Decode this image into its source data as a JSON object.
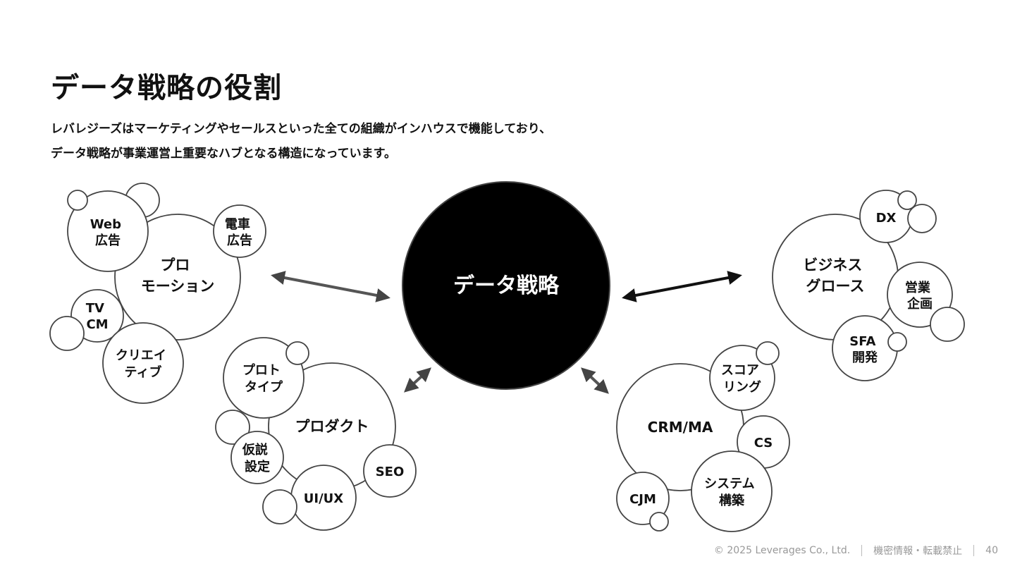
{
  "title": "データ戦略の役割",
  "subtitle": {
    "line1": "レバレジーズはマーケティングやセールスといった全ての組織がインハウスで機能しており、",
    "line2": "データ戦略が事業運営上重要なハブとなる構造になっています。"
  },
  "hub": {
    "label": "データ戦略"
  },
  "clusters": {
    "promotion": {
      "main": [
        "プロ",
        "モーション"
      ],
      "web_ad": [
        "Web",
        "広告"
      ],
      "train_ad": [
        "電車",
        "広告"
      ],
      "tvcm": [
        "TV",
        "CM"
      ],
      "creative": [
        "クリエイ",
        "ティブ"
      ]
    },
    "product": {
      "main": "プロダクト",
      "prototype": [
        "プロト",
        "タイプ"
      ],
      "hypothesis": [
        "仮説",
        "設定"
      ],
      "uiux": "UI/UX",
      "seo": "SEO"
    },
    "business_growth": {
      "main": [
        "ビジネス",
        "グロース"
      ],
      "dx": "DX",
      "sales_planning": [
        "営業",
        "企画"
      ],
      "sfa": [
        "SFA",
        "開発"
      ]
    },
    "crm": {
      "main": "CRM/MA",
      "scoring": [
        "スコア",
        "リング"
      ],
      "cs": "CS",
      "system": [
        "システム",
        "構築"
      ],
      "cjm": "CJM"
    }
  },
  "footer": {
    "copyright": "©  2025 Leverages Co., Ltd.",
    "confidential": "機密情報・転載禁止",
    "page": "40"
  }
}
